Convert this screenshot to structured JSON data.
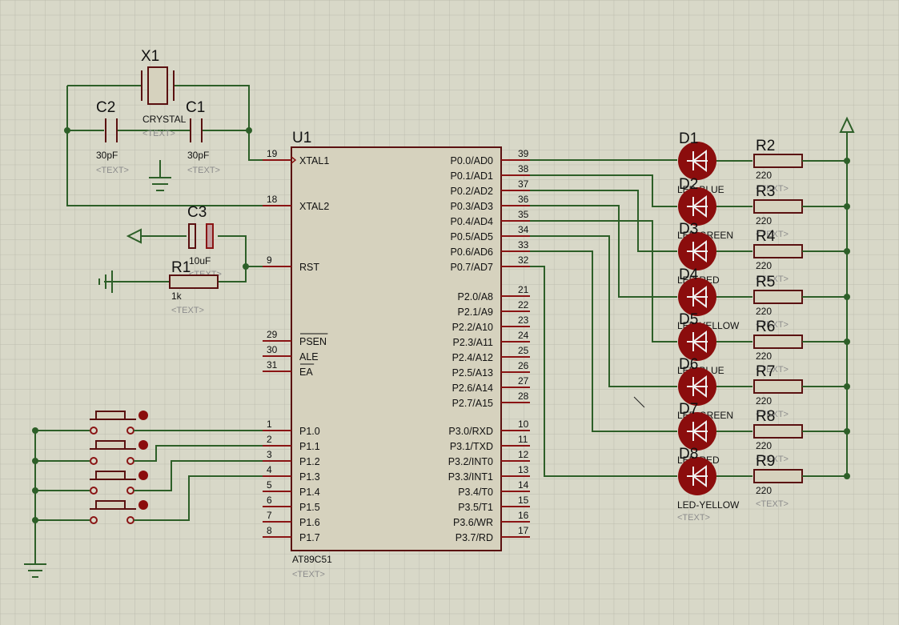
{
  "colors": {
    "background": "#d8d8c8",
    "grid": "#bcbcae",
    "wire": "#2d5f28",
    "pin": "#8a1414",
    "body": "#d6d2be",
    "led": "#8b0d0d"
  },
  "text_placeholder": "<TEXT>",
  "mcu": {
    "ref": "U1",
    "part": "AT89C51",
    "left_pins": [
      {
        "name": "XTAL1",
        "num": "19"
      },
      {
        "name": "XTAL2",
        "num": "18"
      },
      {
        "name": "RST",
        "num": "9"
      },
      {
        "name": "PSEN",
        "num": "29"
      },
      {
        "name": "ALE",
        "num": "30"
      },
      {
        "name": "EA",
        "num": "31"
      },
      {
        "name": "P1.0",
        "num": "1"
      },
      {
        "name": "P1.1",
        "num": "2"
      },
      {
        "name": "P1.2",
        "num": "3"
      },
      {
        "name": "P1.3",
        "num": "4"
      },
      {
        "name": "P1.4",
        "num": "5"
      },
      {
        "name": "P1.5",
        "num": "6"
      },
      {
        "name": "P1.6",
        "num": "7"
      },
      {
        "name": "P1.7",
        "num": "8"
      }
    ],
    "right_pins": [
      {
        "name": "P0.0/AD0",
        "num": "39"
      },
      {
        "name": "P0.1/AD1",
        "num": "38"
      },
      {
        "name": "P0.2/AD2",
        "num": "37"
      },
      {
        "name": "P0.3/AD3",
        "num": "36"
      },
      {
        "name": "P0.4/AD4",
        "num": "35"
      },
      {
        "name": "P0.5/AD5",
        "num": "34"
      },
      {
        "name": "P0.6/AD6",
        "num": "33"
      },
      {
        "name": "P0.7/AD7",
        "num": "32"
      },
      {
        "name": "P2.0/A8",
        "num": "21"
      },
      {
        "name": "P2.1/A9",
        "num": "22"
      },
      {
        "name": "P2.2/A10",
        "num": "23"
      },
      {
        "name": "P2.3/A11",
        "num": "24"
      },
      {
        "name": "P2.4/A12",
        "num": "25"
      },
      {
        "name": "P2.5/A13",
        "num": "26"
      },
      {
        "name": "P2.6/A14",
        "num": "27"
      },
      {
        "name": "P2.7/A15",
        "num": "28"
      },
      {
        "name": "P3.0/RXD",
        "num": "10"
      },
      {
        "name": "P3.1/TXD",
        "num": "11"
      },
      {
        "name": "P3.2/INT0",
        "num": "12"
      },
      {
        "name": "P3.3/INT1",
        "num": "13"
      },
      {
        "name": "P3.4/T0",
        "num": "14"
      },
      {
        "name": "P3.5/T1",
        "num": "15"
      },
      {
        "name": "P3.6/WR",
        "num": "16"
      },
      {
        "name": "P3.7/RD",
        "num": "17"
      }
    ]
  },
  "crystal": {
    "ref": "X1",
    "value": "CRYSTAL"
  },
  "capacitors": [
    {
      "ref": "C2",
      "value": "30pF"
    },
    {
      "ref": "C1",
      "value": "30pF"
    },
    {
      "ref": "C3",
      "value": "10uF"
    }
  ],
  "reset_resistor": {
    "ref": "R1",
    "value": "1k"
  },
  "leds": [
    {
      "ref": "D1",
      "value": "LED-BLUE"
    },
    {
      "ref": "D2",
      "value": "LED-GREEN"
    },
    {
      "ref": "D3",
      "value": "LED-RED"
    },
    {
      "ref": "D4",
      "value": "LED-YELLOW"
    },
    {
      "ref": "D5",
      "value": "LED-BLUE"
    },
    {
      "ref": "D6",
      "value": "LED-GREEN"
    },
    {
      "ref": "D7",
      "value": "LED-RED"
    },
    {
      "ref": "D8",
      "value": "LED-YELLOW"
    }
  ],
  "led_resistors": [
    {
      "ref": "R2",
      "value": "220"
    },
    {
      "ref": "R3",
      "value": "220"
    },
    {
      "ref": "R4",
      "value": "220"
    },
    {
      "ref": "R5",
      "value": "220"
    },
    {
      "ref": "R6",
      "value": "220"
    },
    {
      "ref": "R7",
      "value": "220"
    },
    {
      "ref": "R8",
      "value": "220"
    },
    {
      "ref": "R9",
      "value": "220"
    }
  ],
  "buttons_count": 4
}
